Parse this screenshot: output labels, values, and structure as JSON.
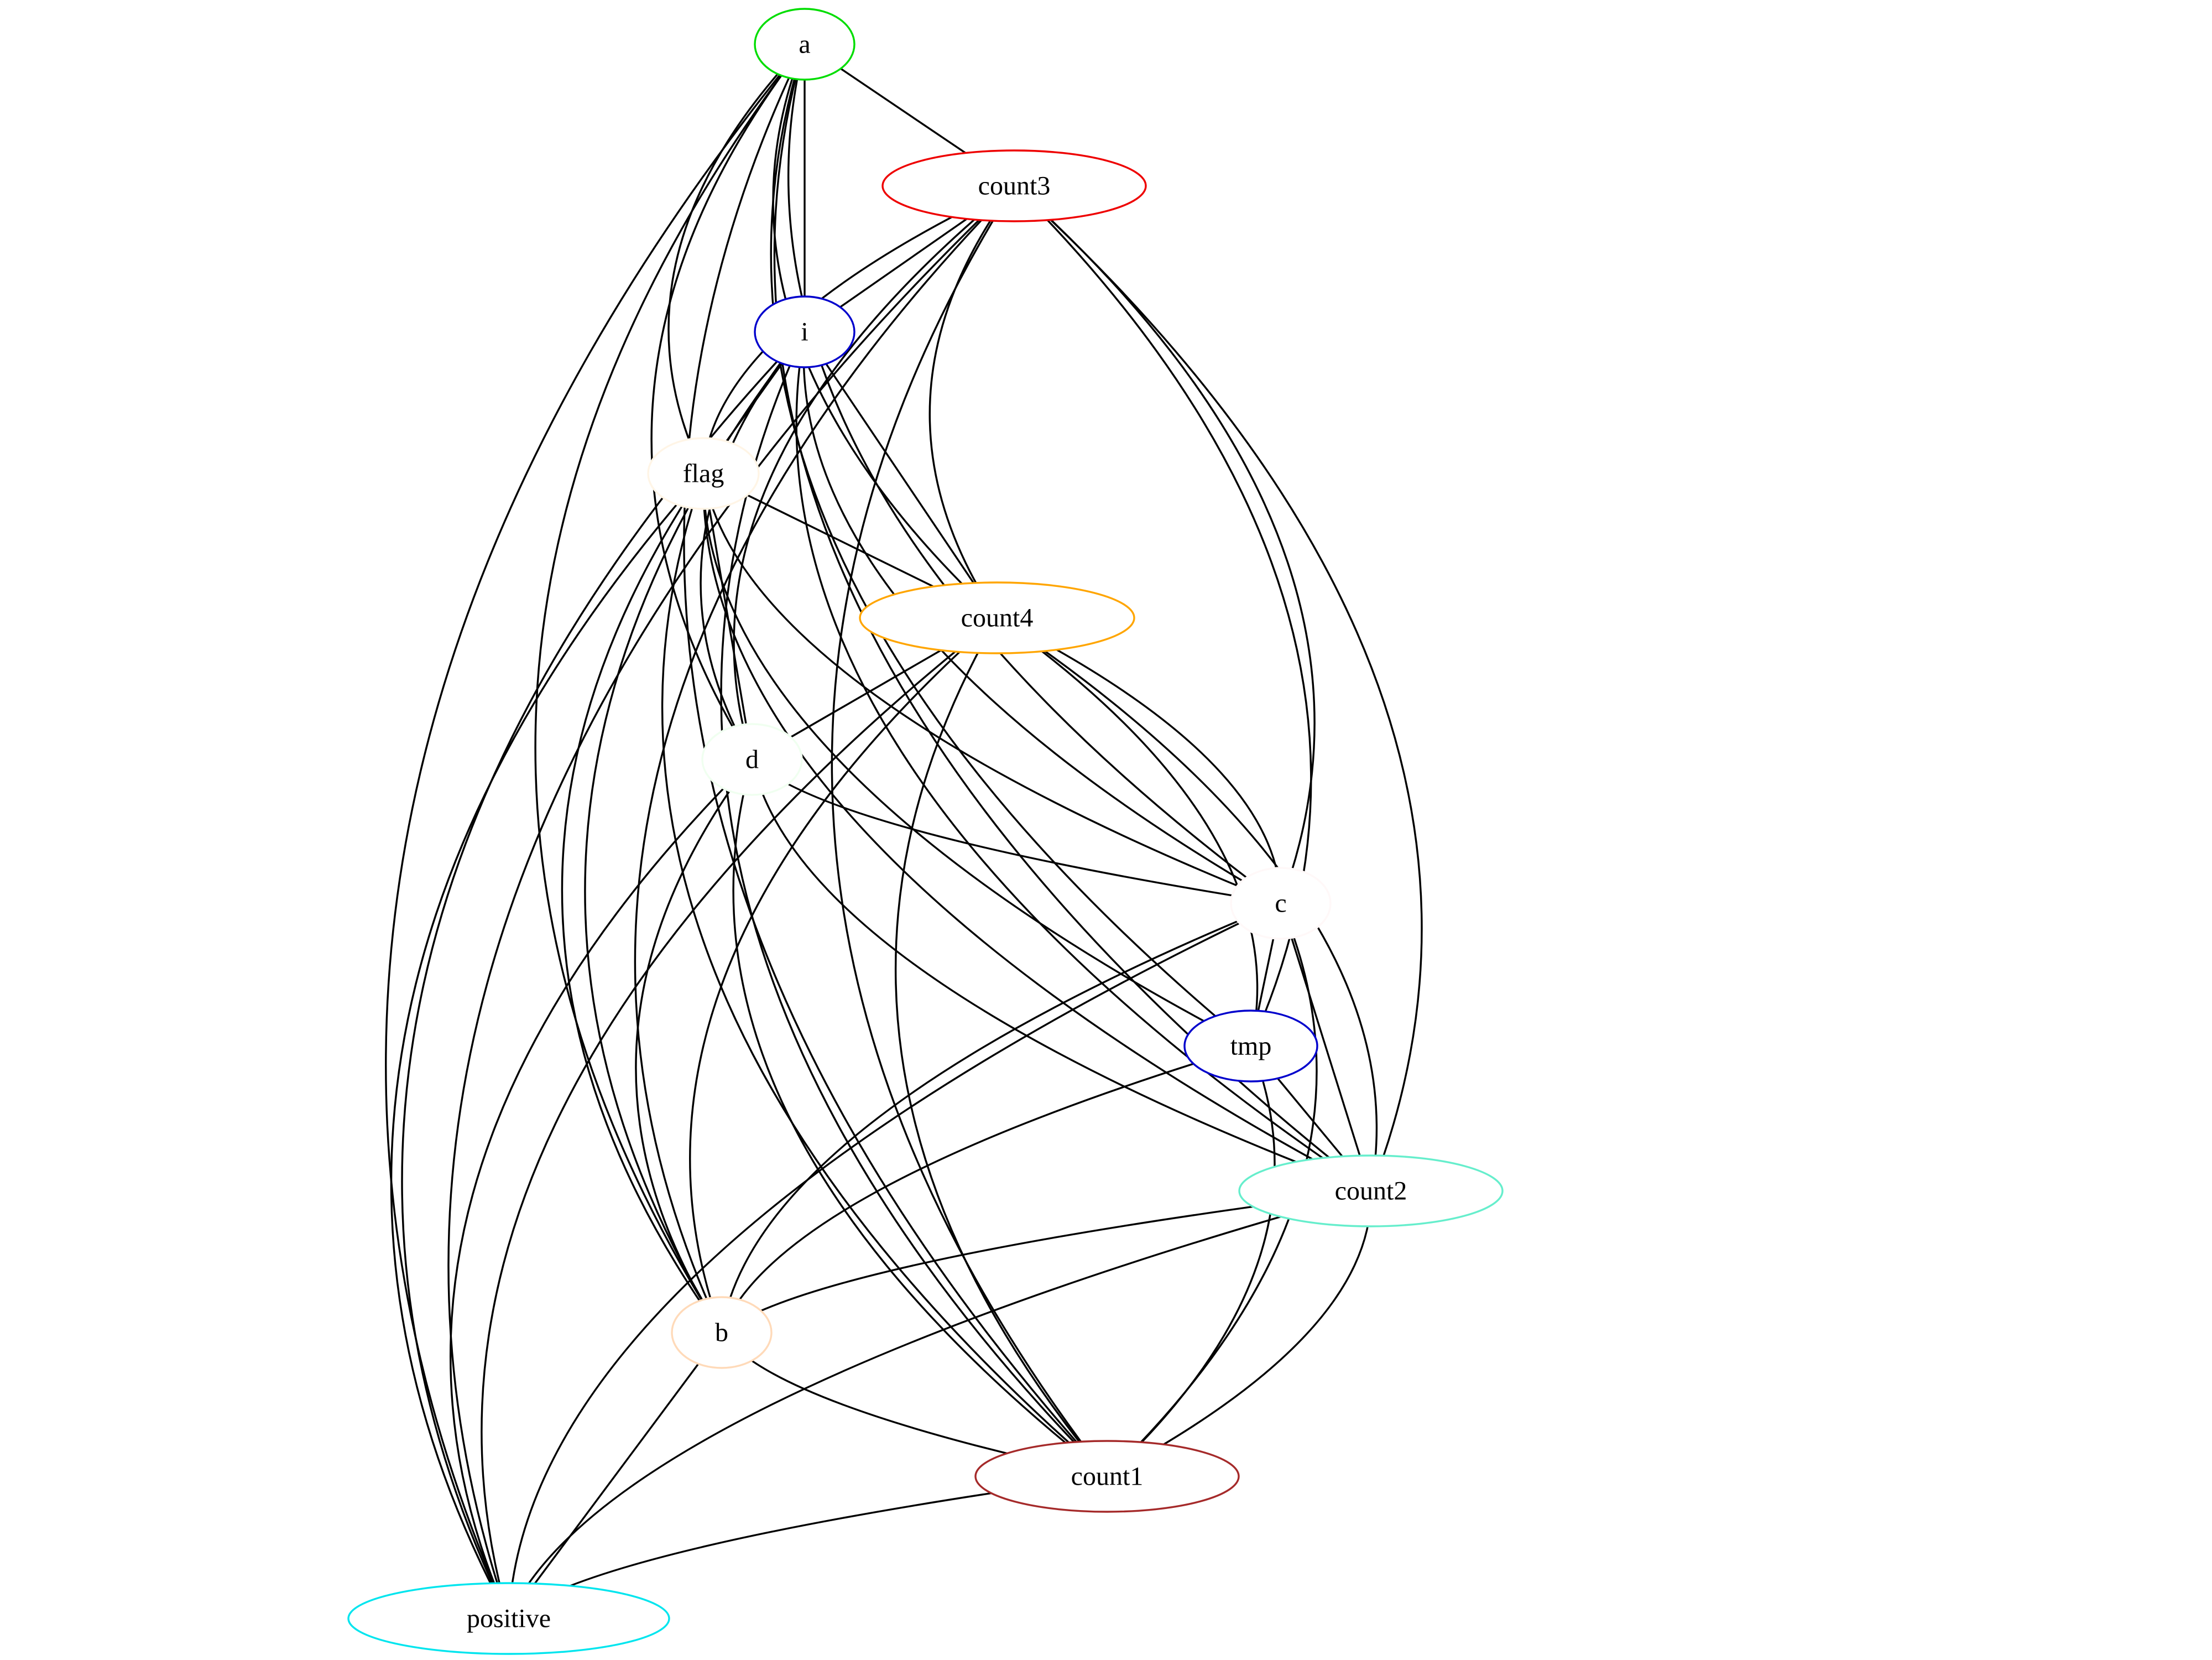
{
  "graph": {
    "nodes": [
      {
        "id": "a",
        "label": "a",
        "color": "#00dd00"
      },
      {
        "id": "count3",
        "label": "count3",
        "color": "#ee0000"
      },
      {
        "id": "i",
        "label": "i",
        "color": "#0000cc"
      },
      {
        "id": "flag",
        "label": "flag",
        "color": "#fff5e6"
      },
      {
        "id": "count4",
        "label": "count4",
        "color": "#ffa500"
      },
      {
        "id": "d",
        "label": "d",
        "color": "#f0fff0"
      },
      {
        "id": "c",
        "label": "c",
        "color": "#fff8f8"
      },
      {
        "id": "tmp",
        "label": "tmp",
        "color": "#0000cc"
      },
      {
        "id": "count2",
        "label": "count2",
        "color": "#66eecc"
      },
      {
        "id": "b",
        "label": "b",
        "color": "#ffdab9"
      },
      {
        "id": "count1",
        "label": "count1",
        "color": "#a52a2a"
      },
      {
        "id": "positive",
        "label": "positive",
        "color": "#00e5ee"
      }
    ],
    "edges": [
      [
        "a",
        "count3"
      ],
      [
        "a",
        "i"
      ],
      [
        "a",
        "flag"
      ],
      [
        "a",
        "count4"
      ],
      [
        "a",
        "d"
      ],
      [
        "a",
        "c"
      ],
      [
        "a",
        "tmp"
      ],
      [
        "a",
        "count2"
      ],
      [
        "a",
        "b"
      ],
      [
        "a",
        "count1"
      ],
      [
        "a",
        "positive"
      ],
      [
        "count3",
        "i"
      ],
      [
        "count3",
        "flag"
      ],
      [
        "count3",
        "count4"
      ],
      [
        "count3",
        "d"
      ],
      [
        "count3",
        "c"
      ],
      [
        "count3",
        "tmp"
      ],
      [
        "count3",
        "count2"
      ],
      [
        "count3",
        "b"
      ],
      [
        "count3",
        "count1"
      ],
      [
        "count3",
        "positive"
      ],
      [
        "i",
        "flag"
      ],
      [
        "i",
        "count4"
      ],
      [
        "i",
        "d"
      ],
      [
        "i",
        "c"
      ],
      [
        "i",
        "count2"
      ],
      [
        "i",
        "b"
      ],
      [
        "i",
        "count1"
      ],
      [
        "i",
        "positive"
      ],
      [
        "flag",
        "count4"
      ],
      [
        "flag",
        "d"
      ],
      [
        "flag",
        "c"
      ],
      [
        "flag",
        "tmp"
      ],
      [
        "flag",
        "count2"
      ],
      [
        "flag",
        "b"
      ],
      [
        "flag",
        "count1"
      ],
      [
        "flag",
        "positive"
      ],
      [
        "count4",
        "d"
      ],
      [
        "count4",
        "c"
      ],
      [
        "count4",
        "tmp"
      ],
      [
        "count4",
        "count2"
      ],
      [
        "count4",
        "b"
      ],
      [
        "count4",
        "count1"
      ],
      [
        "count4",
        "positive"
      ],
      [
        "d",
        "c"
      ],
      [
        "d",
        "count2"
      ],
      [
        "d",
        "b"
      ],
      [
        "d",
        "count1"
      ],
      [
        "d",
        "positive"
      ],
      [
        "c",
        "tmp"
      ],
      [
        "c",
        "count2"
      ],
      [
        "c",
        "b"
      ],
      [
        "c",
        "count1"
      ],
      [
        "c",
        "positive"
      ],
      [
        "tmp",
        "count2"
      ],
      [
        "tmp",
        "b"
      ],
      [
        "tmp",
        "count1"
      ],
      [
        "count2",
        "b"
      ],
      [
        "count2",
        "count1"
      ],
      [
        "count2",
        "positive"
      ],
      [
        "b",
        "count1"
      ],
      [
        "b",
        "positive"
      ],
      [
        "count1",
        "positive"
      ]
    ]
  }
}
